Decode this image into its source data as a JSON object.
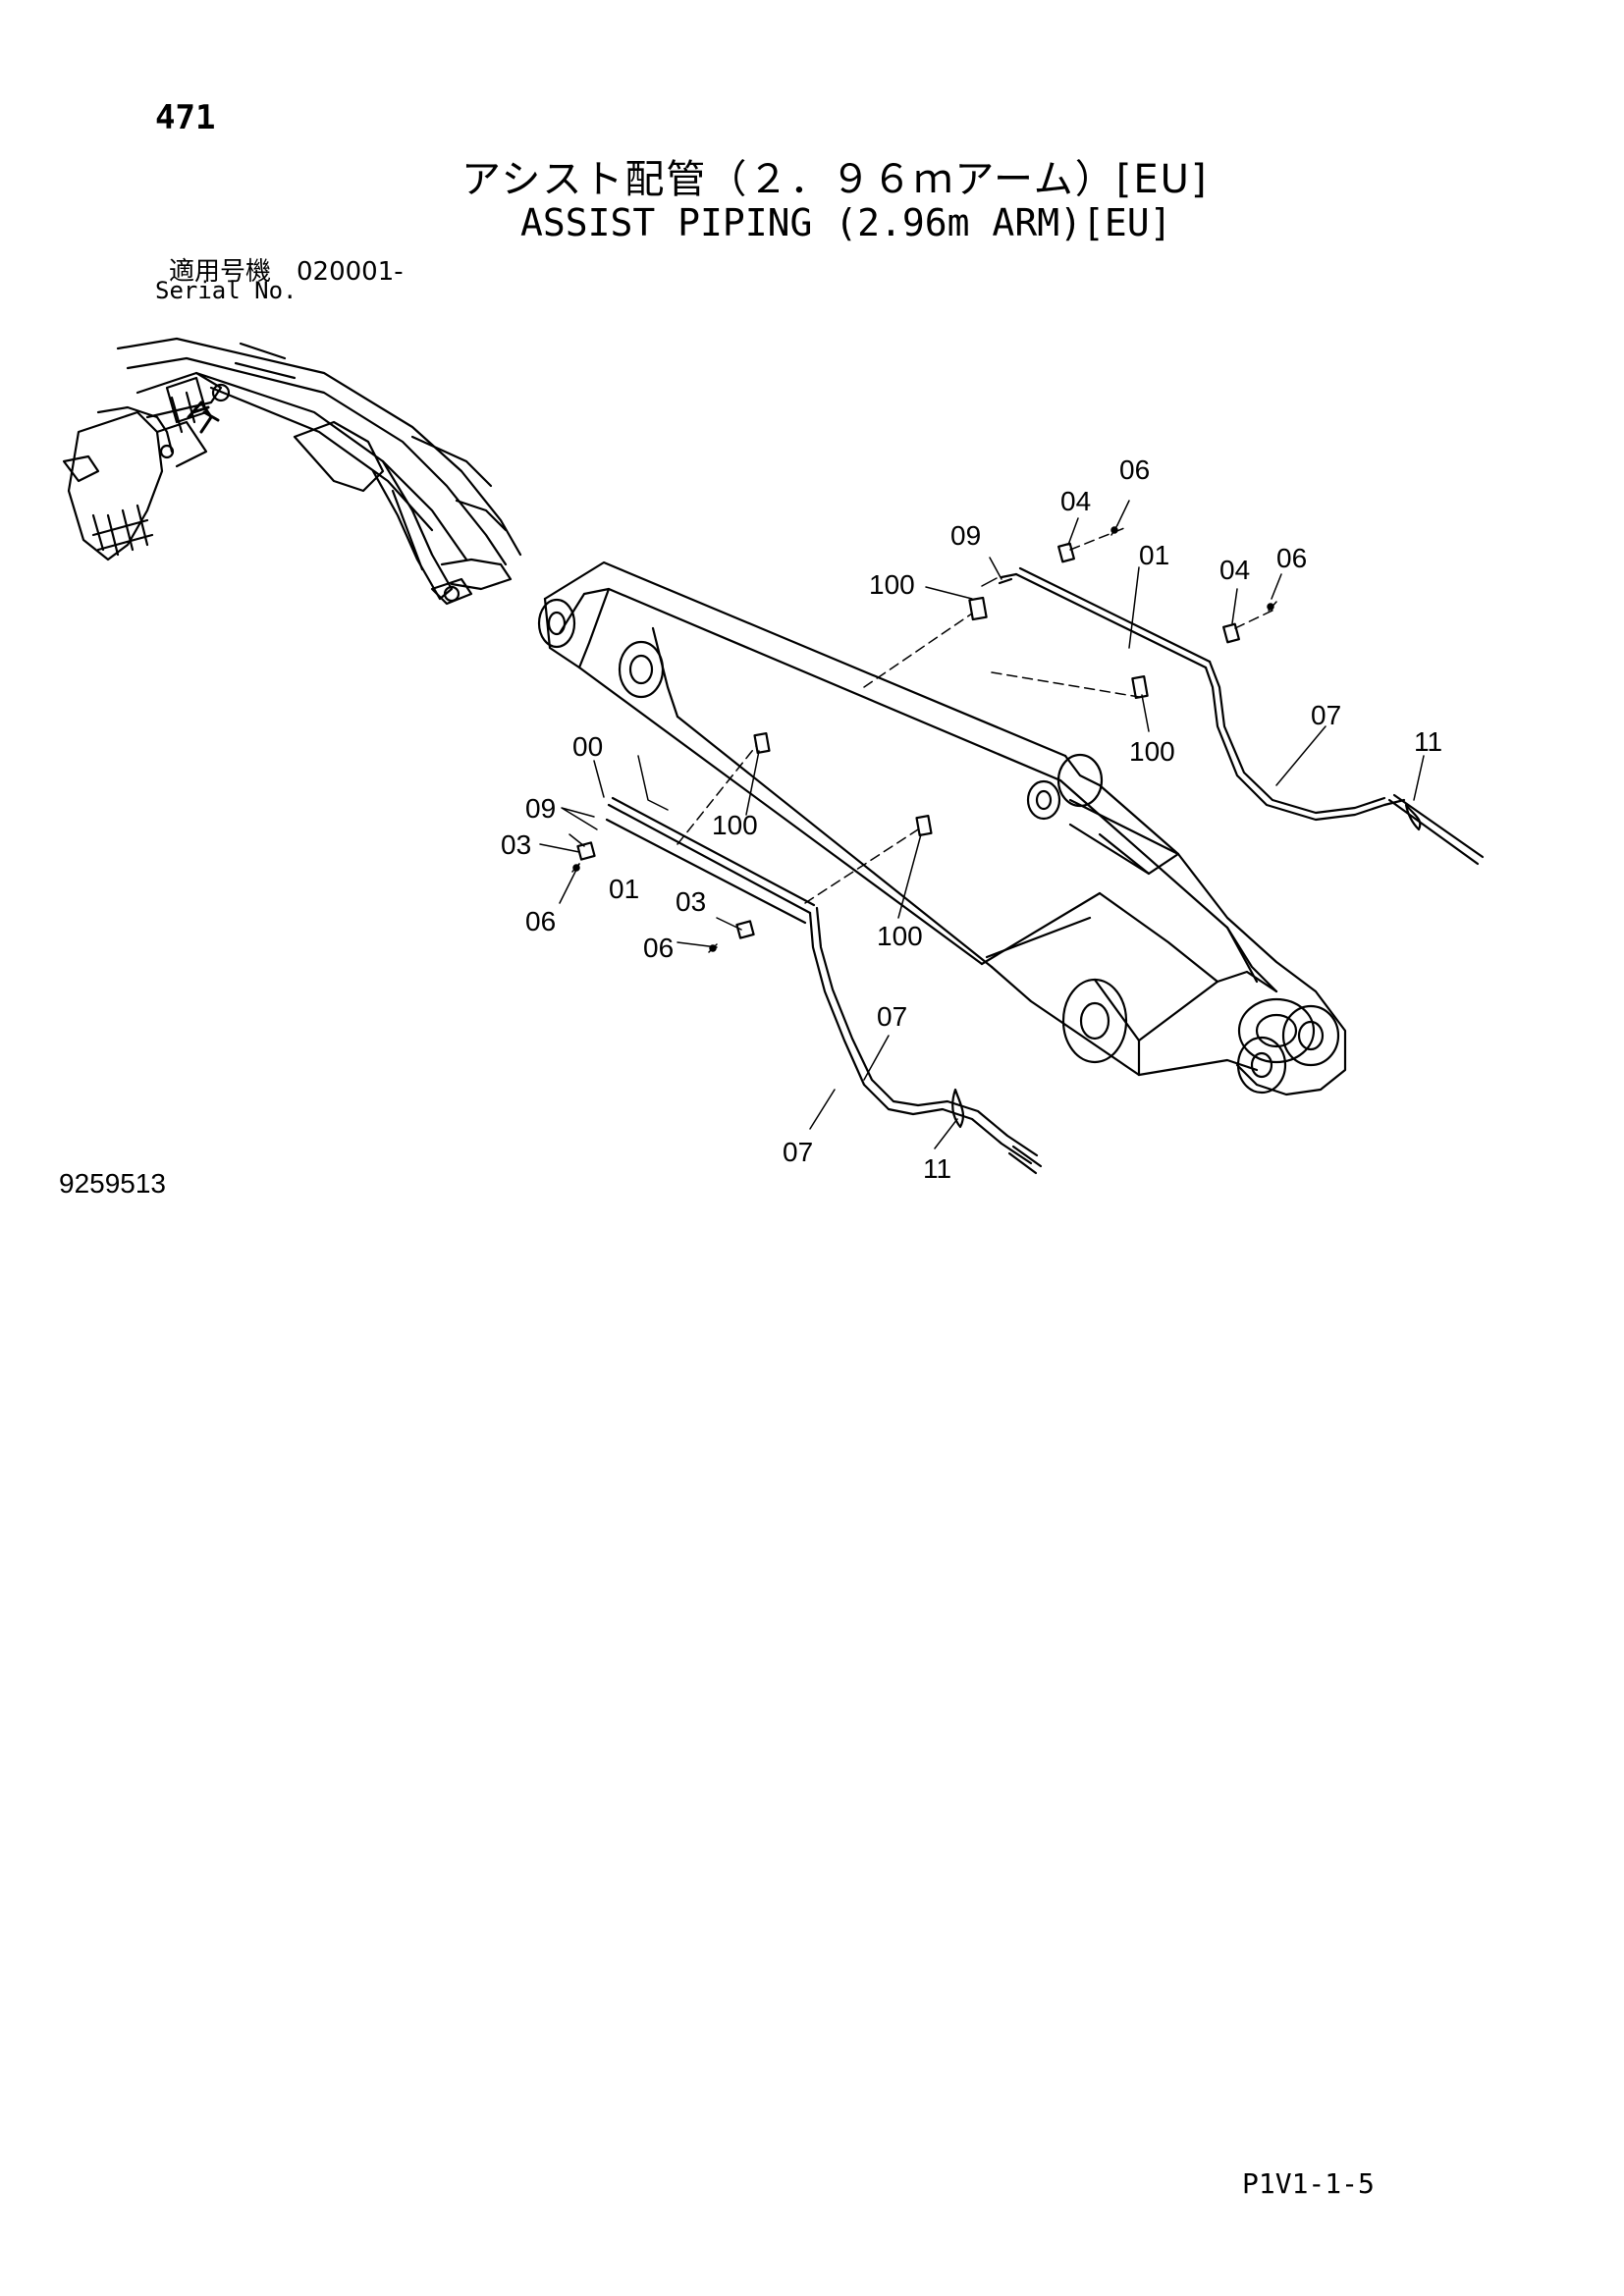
{
  "header": {
    "page_number": "471",
    "title_jp": "アシスト配管（２．９６ｍアーム）[EU]",
    "title_en": "ASSIST PIPING (2.96m ARM)[EU]",
    "serial_jp": "適用号機　020001-",
    "serial_en": "Serial No."
  },
  "footer": {
    "drawing_number": "9259513",
    "page_code": "P1V1-1-5"
  },
  "callouts": {
    "c06a": "06",
    "c04a": "04",
    "c09a": "09",
    "c01a": "01",
    "c100a": "100",
    "c04b": "04",
    "c06b": "06",
    "c100b": "100",
    "c07a": "07",
    "c11a": "11",
    "c00": "00",
    "c09b": "09",
    "c03a": "03",
    "c100c": "100",
    "c01b": "01",
    "c06c": "06",
    "c03b": "03",
    "c06d": "06",
    "c100d": "100",
    "c07b": "07",
    "c07c": "07",
    "c11b": "11"
  }
}
